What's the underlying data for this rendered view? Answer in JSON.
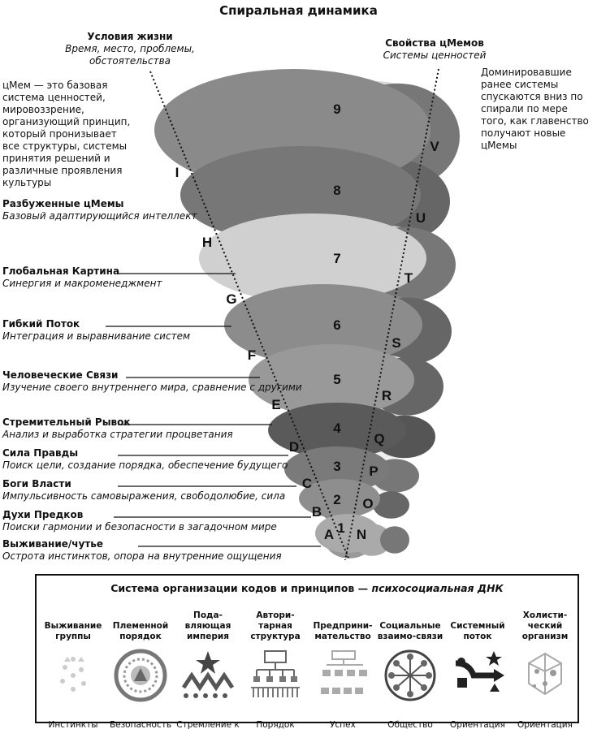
{
  "title": "Спиральная динамика",
  "life_conditions": {
    "heading": "Условия жизни",
    "sub": "Время, место, проблемы, обстоятельства"
  },
  "vmeme_props": {
    "heading": "Свойства цМемов",
    "sub": "Системы ценностей"
  },
  "definition": "цМем — это базовая система ценностей, мировоззрение, организующий принцип, который пронизывает все структуры, системы принятия решений и различные проявления культуры",
  "right_note": "Доминировавшие ранее системы спускаются вниз по спирали по мере того, как главенство получают новые цМемы",
  "levels": [
    {
      "name": "Разбуженные цМемы",
      "desc": "Базовый адаптирующийся интеллект"
    },
    {
      "name": "Глобальная Картина",
      "desc": "Синергия и макроменеджмент"
    },
    {
      "name": "Гибкий Поток",
      "desc": "Интеграция и выравнивание систем"
    },
    {
      "name": "Человеческие Связи",
      "desc": "Изучение своего внутреннего мира, сравнение с другими"
    },
    {
      "name": "Стремительный Рывок",
      "desc": "Анализ и выработка стратегии процветания"
    },
    {
      "name": "Сила Правды",
      "desc": "Поиск цели, создание порядка, обеспечение будущего"
    },
    {
      "name": "Боги Власти",
      "desc": "Импульсивность самовыражения, свободолюбие, сила"
    },
    {
      "name": "Духи Предков",
      "desc": "Поиски гармонии и безопасности в загадочном мире"
    },
    {
      "name": "Выживание/чутье",
      "desc": "Острота инстинктов, опора на внутренние ощущения"
    }
  ],
  "spiral_numbers": [
    "9",
    "8",
    "7",
    "6",
    "5",
    "4",
    "3",
    "2",
    "1"
  ],
  "left_letters": [
    "I",
    "H",
    "G",
    "F",
    "E",
    "D",
    "C",
    "B",
    "A"
  ],
  "right_letters": [
    "V",
    "U",
    "T",
    "S",
    "R",
    "Q",
    "P",
    "O",
    "N"
  ],
  "box": {
    "title": "Система организации кодов и принципов — ",
    "title_italic": "психосоциальная ДНК",
    "columns": [
      {
        "head": "Выживание группы",
        "foot": "Инстинкты",
        "icon": "scattered-dots-icon"
      },
      {
        "head": "Племенной порядок",
        "foot": "Безопасность",
        "icon": "tribal-circle-icon"
      },
      {
        "head": "Пода-вляющая империя",
        "foot": "Стремление к власти",
        "icon": "empire-star-icon"
      },
      {
        "head": "Автори-тарная структура",
        "foot": "Порядок",
        "icon": "hierarchy-icon"
      },
      {
        "head": "Предприни-мательство",
        "foot": "Успех",
        "icon": "network-hierarchy-icon"
      },
      {
        "head": "Социальные взаимо-связи",
        "foot": "Общество",
        "icon": "social-circle-icon"
      },
      {
        "head": "Системный поток",
        "foot": "Ориентация на процесс",
        "icon": "flow-arrows-icon"
      },
      {
        "head": "Холисти-ческий организм",
        "foot": "Ориентация на синтез",
        "icon": "holistic-cells-icon"
      }
    ]
  },
  "colors": {
    "dark": "#555555",
    "mid": "#888888",
    "light": "#cccccc"
  }
}
